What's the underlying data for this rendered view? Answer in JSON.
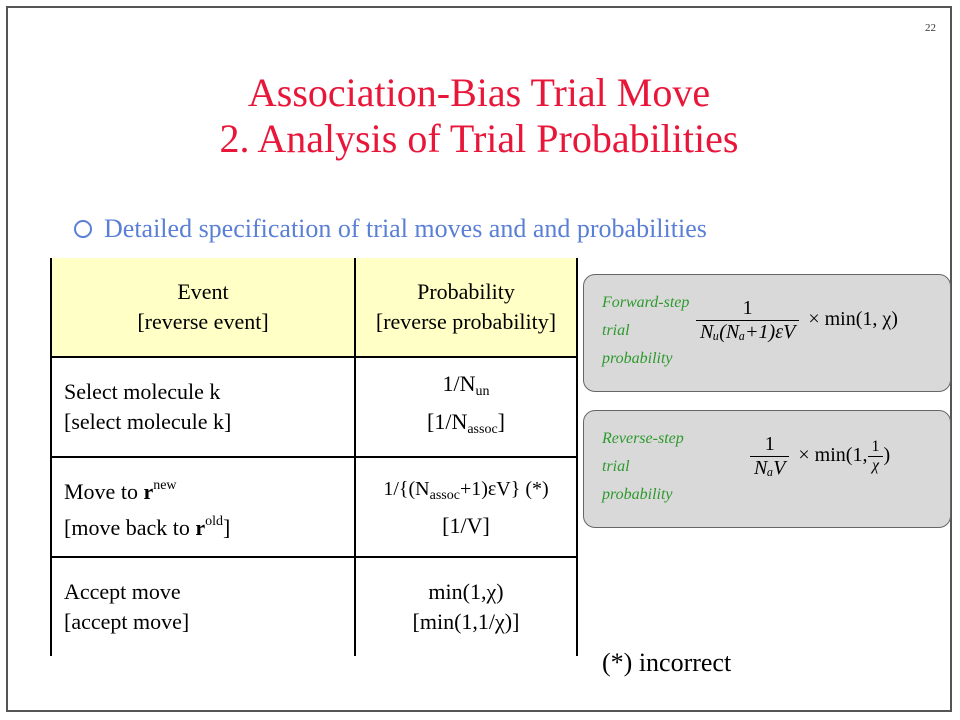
{
  "page": {
    "number": "22"
  },
  "title": {
    "line1": "Association-Bias Trial Move",
    "line2": "2. Analysis of Trial Probabilities"
  },
  "bullet": {
    "text": "Detailed specification of trial moves and and probabilities"
  },
  "table": {
    "header": {
      "event": "Event",
      "event_rev": "[reverse event]",
      "prob": "Probability",
      "prob_rev": "[reverse probability]"
    },
    "rows": [
      {
        "event": "Select molecule k",
        "event_rev": "[select molecule k]",
        "prob_pre": "1/N",
        "prob_sub": "un",
        "prob_post": "",
        "rev_pre": "[1/N",
        "rev_sub": "assoc",
        "rev_post": "]"
      },
      {
        "event_pre": "Move to ",
        "event_bold": "r",
        "event_sup": "new",
        "rev_event_pre": "[move back to ",
        "rev_event_bold": "r",
        "rev_event_sup": "old",
        "rev_event_post": "]",
        "prob_pre": "1/{(N",
        "prob_sub": "assoc",
        "prob_post": "+1)εV} (*)",
        "rev": "[1/V]"
      },
      {
        "event": "Accept move",
        "event_rev": "[accept move]",
        "prob": "min(1,χ)",
        "rev": "[min(1,1/χ)]"
      }
    ]
  },
  "forward": {
    "label1": "Forward-step",
    "label2": "trial",
    "label3": "probability",
    "num": "1",
    "den": "Nᵤ(Nₐ+1)εV",
    "tail": "× min(1, χ)"
  },
  "reverse": {
    "label1": "Reverse-step",
    "label2": "trial",
    "label3": "probability",
    "num": "1",
    "den": "NₐV",
    "tail_pre": "× min(1,",
    "inner_num": "1",
    "inner_den": "χ",
    "tail_post": ")"
  },
  "note": {
    "text": "(*) incorrect"
  }
}
